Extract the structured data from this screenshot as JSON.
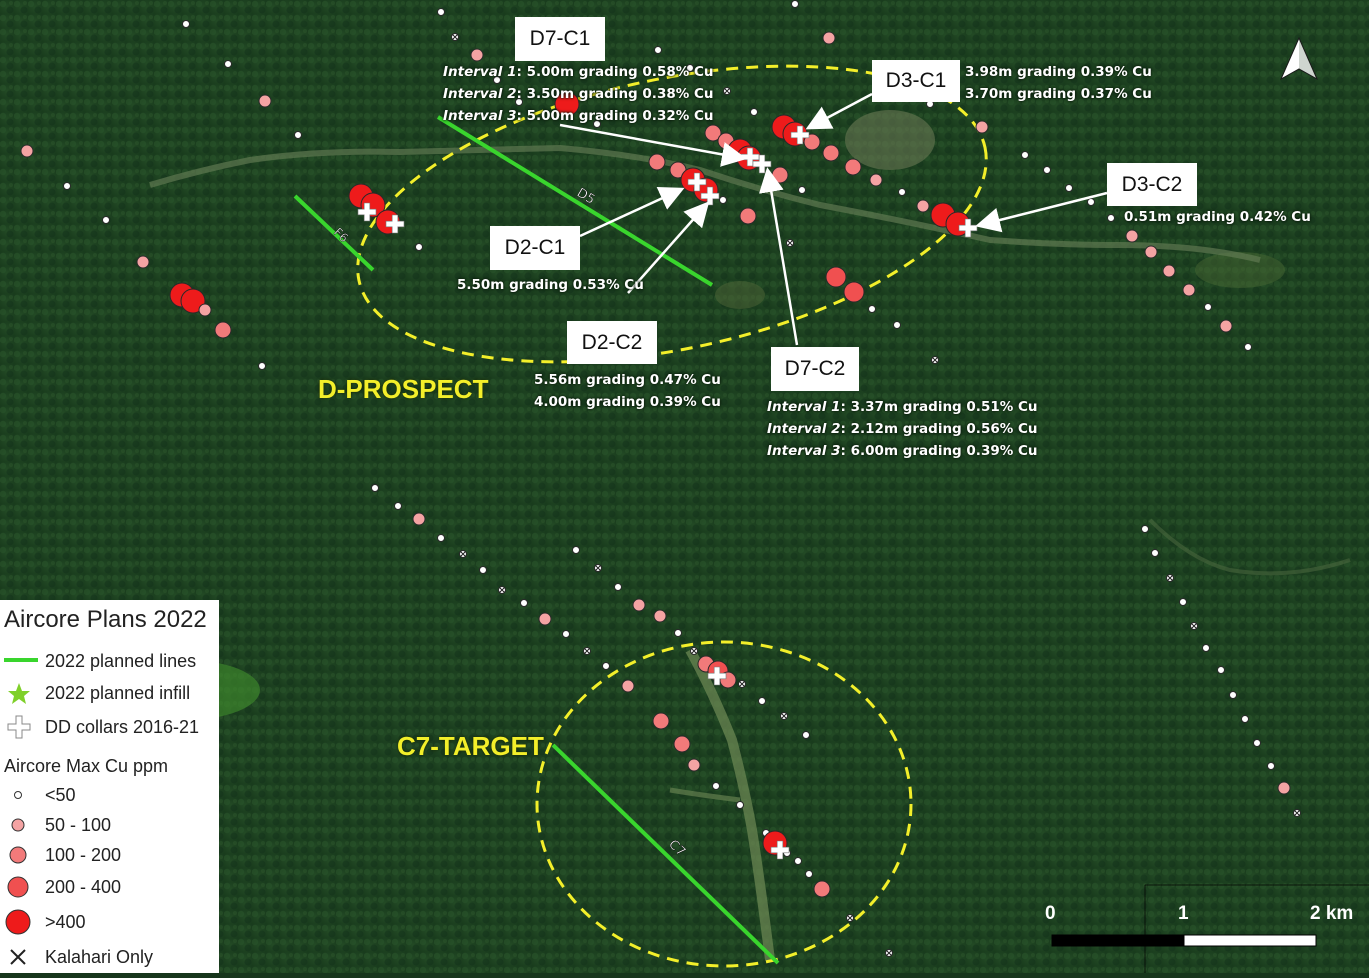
{
  "map_title": "",
  "prospects": {
    "d_prospect": "D-PROSPECT",
    "c7_target": "C7-TARGET"
  },
  "line_labels": {
    "d5": "D5",
    "f6": "F6",
    "c7": "C7"
  },
  "callouts": {
    "d7_c1": {
      "name": "D7-C1",
      "l1_tag": "Interval 1",
      "l1": ":  5.00m grading 0.58% Cu",
      "l2_tag": "Interval 2",
      "l2": ":  3.50m grading 0.38% Cu",
      "l3_tag": "Interval 3",
      "l3": ":  5.00m grading 0.32% Cu"
    },
    "d3_c1": {
      "name": "D3-C1",
      "l1": "3.98m grading 0.39% Cu",
      "l2": "3.70m grading 0.37% Cu"
    },
    "d3_c2": {
      "name": "D3-C2",
      "l1": "0.51m grading 0.42% Cu"
    },
    "d2_c1": {
      "name": "D2-C1",
      "l1": "5.50m grading 0.53% Cu"
    },
    "d2_c2": {
      "name": "D2-C2",
      "l1": "5.56m grading 0.47% Cu",
      "l2": "4.00m grading 0.39% Cu"
    },
    "d7_c2": {
      "name": "D7-C2",
      "l1_tag": "Interval 1",
      "l1": ":  3.37m grading 0.51% Cu",
      "l2_tag": "Interval 2",
      "l2": ":  2.12m grading 0.56% Cu",
      "l3_tag": "Interval 3",
      "l3": ":  6.00m grading 0.39% Cu"
    }
  },
  "legend": {
    "title": "Aircore Plans 2022",
    "planned_lines": "2022 planned lines",
    "planned_infill": "2022 planned infill",
    "dd_collars": "DD collars 2016-21",
    "subtitle": "Aircore Max Cu ppm",
    "classes": [
      "<50",
      "50 - 100",
      "100 - 200",
      "200 - 400",
      ">400"
    ],
    "kalahari": "Kalahari Only"
  },
  "scale_bar": {
    "labels": [
      "0",
      "1",
      "2 km"
    ]
  },
  "north_arrow": "north-arrow-icon",
  "colors": {
    "planned_line": "#39d52d",
    "prospect_outline": "#f3ef2a",
    "cu_high": "#ee1b1b",
    "cu_mid": "#f05a5a",
    "cu_low": "#f4a3a3",
    "cu_min": "#ffffff",
    "infill_star": "#7fd02a"
  }
}
